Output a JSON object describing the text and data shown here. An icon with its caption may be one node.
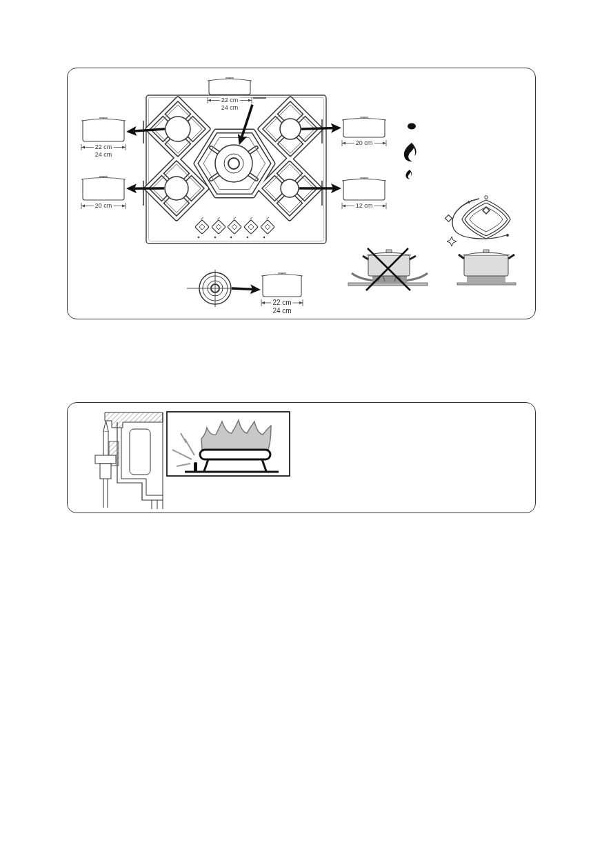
{
  "diagram": {
    "nodes": [
      {
        "text": [
          "22 cm",
          "24 cm"
        ]
      },
      {
        "text": [
          "22 cm",
          "24 cm"
        ]
      },
      {
        "text": [],
        "shape": "circle"
      },
      {
        "text": [],
        "shape": "circle"
      },
      {
        "text": [],
        "shape": "circle"
      },
      {
        "text": [
          "20 cm"
        ]
      },
      {
        "text": [
          "20 cm"
        ]
      },
      {
        "text": [],
        "shape": "circle"
      },
      {
        "text": [],
        "shape": "circle"
      },
      {
        "text": [
          "12 cm"
        ]
      },
      {
        "text": [],
        "shape": "circle"
      },
      {
        "text": [
          "22 cm",
          "24 cm"
        ]
      }
    ],
    "edges": [
      {
        "from": 0,
        "to": 3,
        "arrow": "to"
      },
      {
        "from": 2,
        "to": 1,
        "arrow": "to"
      },
      {
        "from": 4,
        "to": 5,
        "arrow": "to"
      },
      {
        "from": 7,
        "to": 6,
        "arrow": "to"
      },
      {
        "from": 8,
        "to": 9,
        "arrow": "to"
      },
      {
        "from": 10,
        "to": 11,
        "arrow": "to"
      }
    ]
  }
}
